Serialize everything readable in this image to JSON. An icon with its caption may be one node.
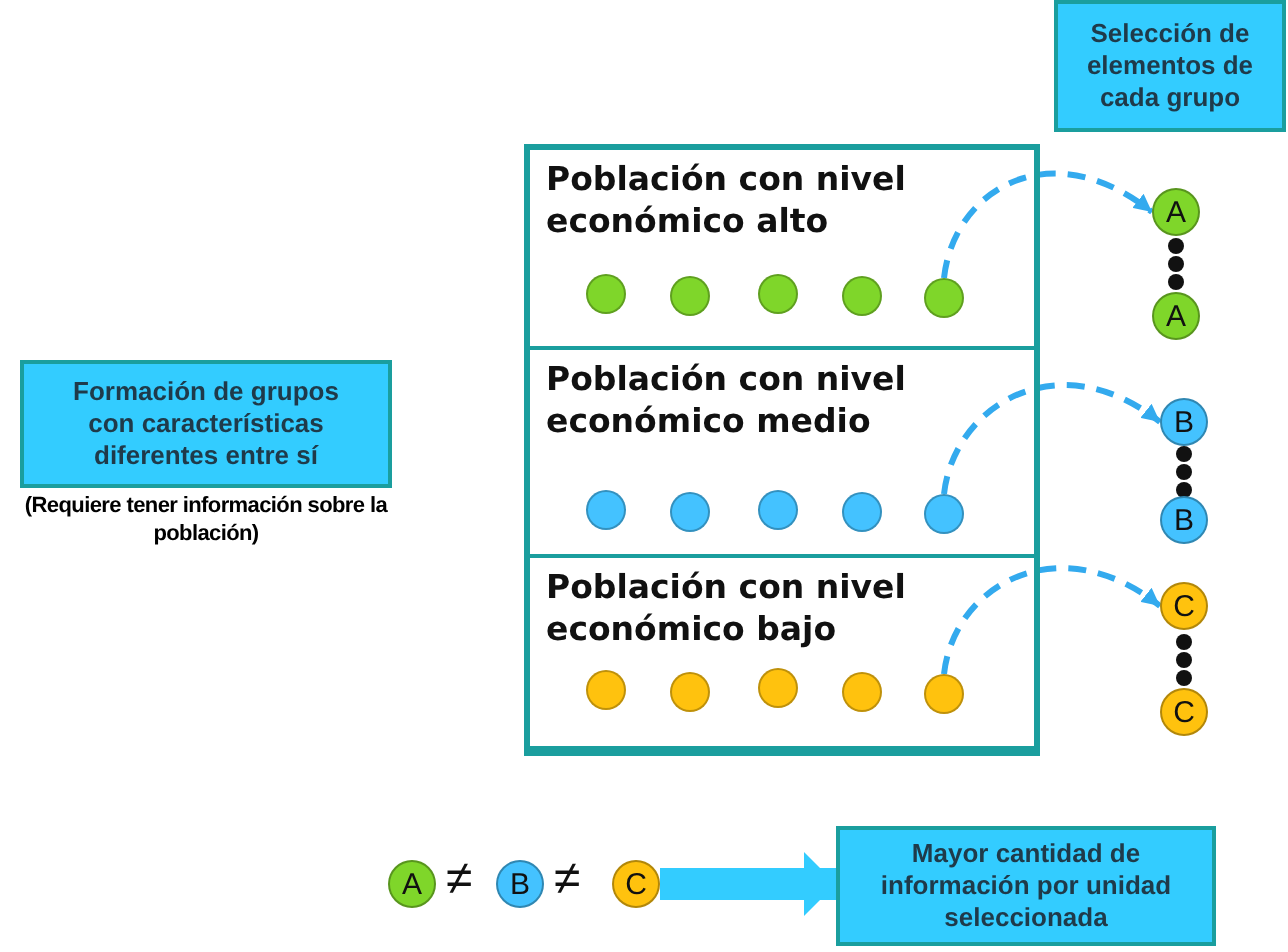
{
  "diagram": {
    "nodes": [
      {
        "text": [
          "Selección de elementos de cada grupo"
        ]
      },
      {
        "text": [
          "Formación de grupos con características diferentes entre sí"
        ],
        "beside": [
          "(Requiere tener información sobre la población)"
        ]
      },
      {
        "text": [],
        "shape": "box"
      },
      {
        "text": [
          "Población con nivel económico alto"
        ],
        "in": 2
      },
      {
        "text": [],
        "shape": "circle",
        "in": 3
      },
      {
        "text": [],
        "shape": "circle",
        "in": 3
      },
      {
        "text": [],
        "shape": "circle",
        "in": 3
      },
      {
        "text": [],
        "shape": "circle",
        "in": 3
      },
      {
        "text": [],
        "shape": "circle",
        "in": 3
      },
      {
        "text": [
          "Población con nivel económico medio"
        ],
        "in": 2
      },
      {
        "text": [],
        "shape": "circle",
        "in": 9
      },
      {
        "text": [],
        "shape": "circle",
        "in": 9
      },
      {
        "text": [],
        "shape": "circle",
        "in": 9
      },
      {
        "text": [],
        "shape": "circle",
        "in": 9
      },
      {
        "text": [],
        "shape": "circle",
        "in": 9
      },
      {
        "text": [
          "Población con nivel económico bajo"
        ],
        "in": 2
      },
      {
        "text": [],
        "shape": "circle",
        "in": 15
      },
      {
        "text": [],
        "shape": "circle",
        "in": 15
      },
      {
        "text": [],
        "shape": "circle",
        "in": 15
      },
      {
        "text": [],
        "shape": "circle",
        "in": 15
      },
      {
        "text": [],
        "shape": "circle",
        "in": 15
      },
      {
        "text": [
          "A"
        ]
      },
      {
        "text": [
          "A"
        ]
      },
      {
        "text": [
          "B"
        ]
      },
      {
        "text": [
          "B"
        ]
      },
      {
        "text": [
          "C"
        ]
      },
      {
        "text": [
          "C"
        ]
      },
      {
        "text": [
          "A"
        ]
      },
      {
        "text": [
          "B"
        ]
      },
      {
        "text": [
          "C"
        ]
      },
      {
        "text": [
          "Mayor cantidad de información por unidad seleccionada"
        ]
      }
    ],
    "edges": [
      {
        "from": 8,
        "to": 21,
        "arrow": "to",
        "style": "dashed",
        "color": "#33aaee"
      },
      {
        "from": 14,
        "to": 23,
        "arrow": "to",
        "style": "dashed",
        "color": "#33aaee"
      },
      {
        "from": 20,
        "to": 25,
        "arrow": "to",
        "style": "dashed",
        "color": "#33aaee"
      },
      {
        "from": 29,
        "to": 30,
        "arrow": "to",
        "style": "thick"
      }
    ],
    "labels": [
      "≠",
      "≠"
    ]
  }
}
